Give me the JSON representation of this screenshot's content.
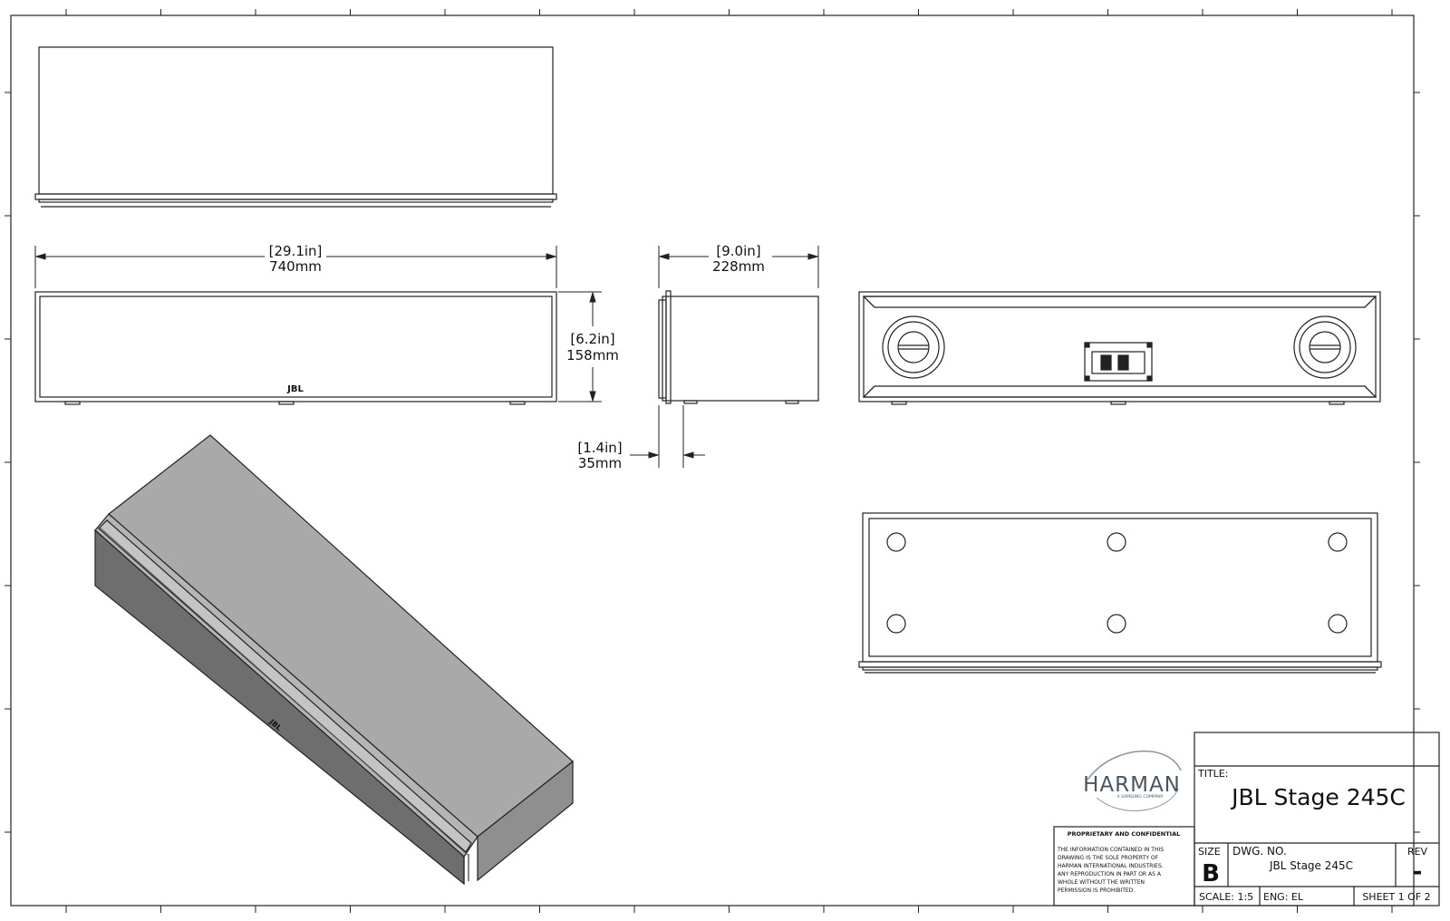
{
  "drawing": {
    "dimensions": {
      "width_in": "[29.1in]",
      "width_mm": "740mm",
      "height_in": "[6.2in]",
      "height_mm": "158mm",
      "depth_in": "[9.0in]",
      "depth_mm": "228mm",
      "grille_in": "[1.4in]",
      "grille_mm": "35mm"
    },
    "front_logo": "JBL"
  },
  "title_block": {
    "company": "HARMAN",
    "company_sub": "A SAMSUNG COMPANY",
    "proprietary_heading": "PROPRIETARY AND CONFIDENTIAL",
    "proprietary_lines": [
      "THE INFORMATION CONTAINED IN THIS",
      "DRAWING IS THE SOLE PROPERTY OF",
      "HARMAN INTERNATIONAL INDUSTRIES.",
      "ANY REPRODUCTION IN PART OR AS A",
      "WHOLE WITHOUT THE WRITTEN",
      "PERMISSION IS PROHIBITED."
    ],
    "title_label": "TITLE:",
    "title": "JBL Stage 245C",
    "size_label": "SIZE",
    "size_value": "B",
    "dwg_label": "DWG.  NO.",
    "dwg_value": "JBL Stage 245C",
    "rev_label": "REV",
    "rev_value": "-",
    "scale": "SCALE: 1:5",
    "eng": "ENG: EL",
    "sheet": "SHEET 1 OF 2"
  }
}
